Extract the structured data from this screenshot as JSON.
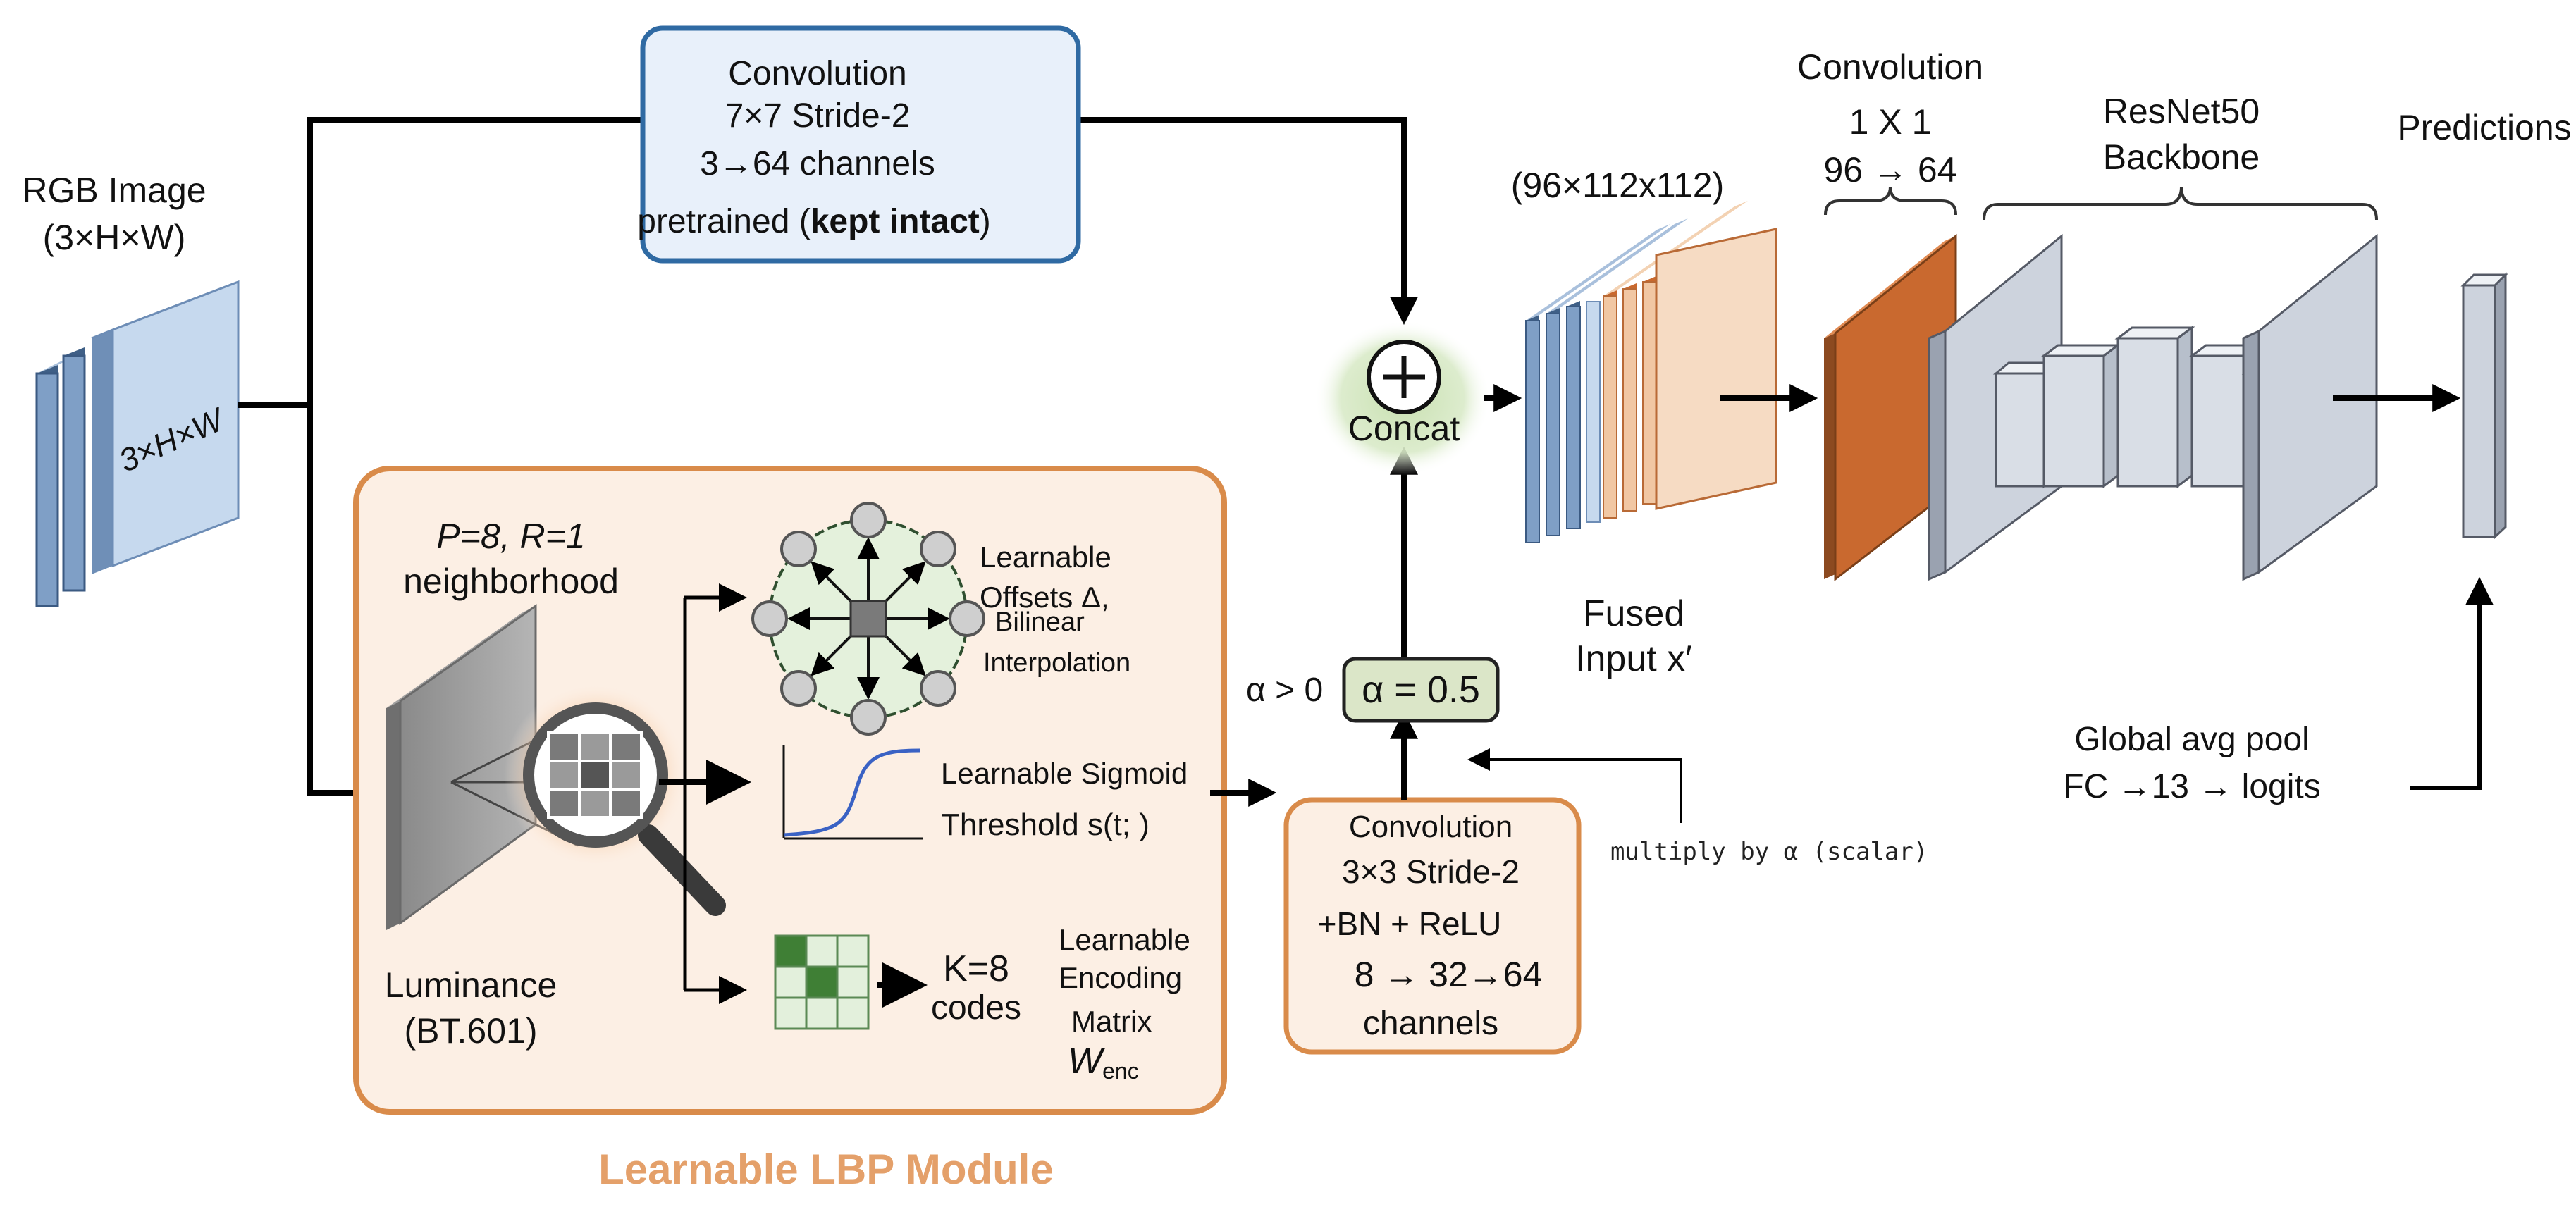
{
  "input": {
    "title_line1": "RGB Image",
    "title_line2": "(3×H×W)",
    "block_label": "3×H×W"
  },
  "conv7": {
    "line1": "Convolution",
    "line2": "7×7 Stride-2",
    "line3": "3→64 channels",
    "line4_prefix": "pretrained (",
    "line4_bold": "kept intact",
    "line4_suffix": ")"
  },
  "lbp_module": {
    "title": "Learnable LBP Module",
    "neighborhood_line1": "P=8, R=1",
    "neighborhood_line2": "neighborhood",
    "luminance_line1": "Luminance",
    "luminance_line2": "(BT.601)",
    "offsets_line1": "Learnable",
    "offsets_line2": "Offsets Δ,",
    "offsets_line3": "Bilinear",
    "offsets_line4": "Interpolation",
    "sigmoid_line1": "Learnable Sigmoid",
    "sigmoid_line2": "Threshold s(t; )",
    "codes_line1": "K=8",
    "codes_line2": "codes",
    "enc_line1": "Learnable",
    "enc_line2": "Encoding",
    "enc_line3": "Matrix",
    "enc_symbol": "W",
    "enc_sub": "enc"
  },
  "conv3": {
    "line1": "Convolution",
    "line2": "3×3 Stride-2",
    "line3": "+BN + ReLU",
    "line4": "8 → 32→64",
    "line5": "channels"
  },
  "alpha": {
    "constraint": "α > 0",
    "value": "α = 0.5",
    "multiply_note": "multiply by α (scalar)"
  },
  "concat": {
    "symbol": "+",
    "label": "Concat"
  },
  "fused": {
    "dims": "(96×112x112)",
    "label_line1": "Fused",
    "label_line2": "Input x′"
  },
  "conv1": {
    "line1": "Convolution",
    "line2": "1 X 1",
    "line3": "96 →  64"
  },
  "backbone": {
    "line1": "ResNet50",
    "line2": "Backbone"
  },
  "predictions": {
    "label": "Predictions"
  },
  "pooling": {
    "line1": "Global avg pool",
    "line2": "FC →13 → logits"
  },
  "colors": {
    "blue_layer": "#7f9fc6",
    "light_blue_layer": "#c6d9ee",
    "orange_layer": "#c9692f",
    "peach_layer": "#f1c7a3",
    "gray_layer": "#cdd3dd",
    "lbp_panel": "#fcefe4",
    "lbp_border": "#d98b4a",
    "lbp_title": "#e4a06a",
    "conv_box_fill": "#e8f0fa",
    "conv_box_border": "#2f6aa3",
    "alpha_fill": "#dbe6c8",
    "concat_glow": "#cfe3b8",
    "code_green_dark": "#3f7f35"
  }
}
